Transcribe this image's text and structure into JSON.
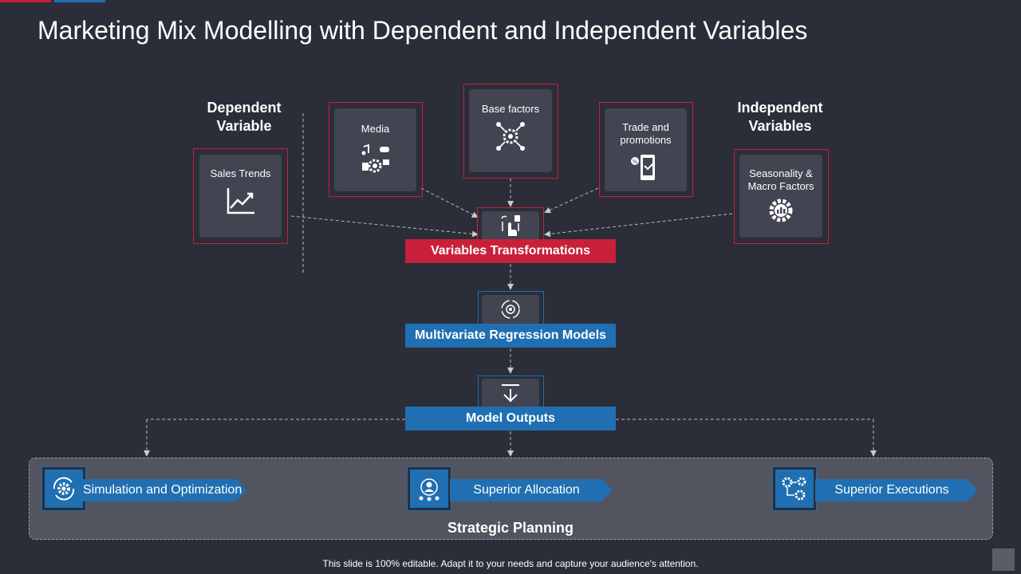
{
  "title": "Marketing Mix Modelling with Dependent and Independent Variables",
  "headings": {
    "dependent": "Dependent Variable",
    "independent": "Independent Variables"
  },
  "cards": {
    "sales_trends": "Sales Trends",
    "media": "Media",
    "base_factors": "Base factors",
    "trade_promotions": "Trade and promotions",
    "seasonality": "Seasonality & Macro Factors"
  },
  "stages": {
    "variables_transformations": "Variables Transformations",
    "multivariate_regression": "Multivariate Regression Models",
    "model_outputs": "Model Outputs"
  },
  "strategic": {
    "title": "Strategic Planning",
    "items": [
      "Simulation and Optimization",
      "Superior Allocation",
      "Superior Executions"
    ]
  },
  "footer": "This slide is 100% editable. Adapt it to your needs and capture your audience's attention.",
  "colors": {
    "background": "#2b2d38",
    "accent_red": "#c8203a",
    "accent_blue": "#1f6fb2",
    "card": "#424451"
  }
}
